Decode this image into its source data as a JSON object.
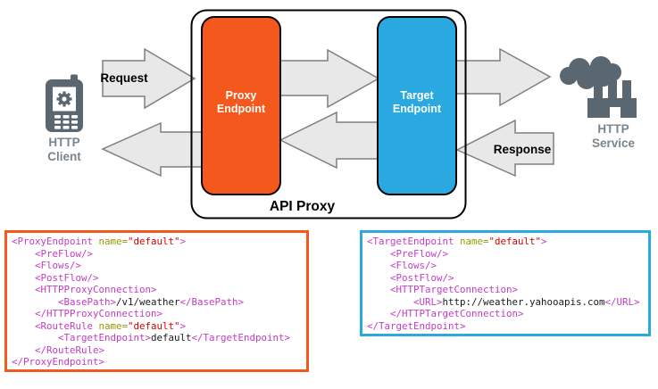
{
  "diagram": {
    "request_label": "Request",
    "response_label": "Response",
    "api_proxy_label": "API Proxy",
    "proxy_endpoint_line1": "Proxy",
    "proxy_endpoint_line2": "Endpoint",
    "target_endpoint_line1": "Target",
    "target_endpoint_line2": "Endpoint",
    "http_client_line1": "HTTP",
    "http_client_line2": "Client",
    "http_service_line1": "HTTP",
    "http_service_line2": "Service",
    "icons": {
      "client": "mobile-phone-icon",
      "client_screen": "gear-icon",
      "service": "factory-with-smoke-icon"
    },
    "colors": {
      "proxy_endpoint_orange": "#F4581C",
      "target_endpoint_blue": "#29A9E0",
      "arrow_fill": "#E8E8E8",
      "arrow_stroke": "#7F7F7F",
      "icon_gray": "#5B6770",
      "icon_label_gray": "#7A858D",
      "code_tag_magenta": "#C33CC3",
      "code_attr_olive": "#999900",
      "code_string_red": "#D40000"
    }
  },
  "code_blocks": [
    {
      "name": "proxy-endpoint-xml",
      "border_color": "#F4581C",
      "lines": [
        [
          {
            "t": "tag",
            "v": "<ProxyEndpoint"
          },
          {
            "t": "attr",
            "v": " name="
          },
          {
            "t": "str",
            "v": "\"default\""
          },
          {
            "t": "tag",
            "v": ">"
          }
        ],
        [
          {
            "t": "tag",
            "v": "    <PreFlow/>"
          }
        ],
        [
          {
            "t": "tag",
            "v": "    <Flows/>"
          }
        ],
        [
          {
            "t": "tag",
            "v": "    <PostFlow/>"
          }
        ],
        [
          {
            "t": "tag",
            "v": "    <HTTPProxyConnection>"
          }
        ],
        [
          {
            "t": "tag",
            "v": "        <BasePath>"
          },
          {
            "t": "text",
            "v": "/v1/weather"
          },
          {
            "t": "tag",
            "v": "</BasePath>"
          }
        ],
        [
          {
            "t": "tag",
            "v": "    </HTTPProxyConnection>"
          }
        ],
        [
          {
            "t": "tag",
            "v": "    <RouteRule"
          },
          {
            "t": "attr",
            "v": " name="
          },
          {
            "t": "str",
            "v": "\"default\""
          },
          {
            "t": "tag",
            "v": ">"
          }
        ],
        [
          {
            "t": "tag",
            "v": "        <TargetEndpoint>"
          },
          {
            "t": "text",
            "v": "default"
          },
          {
            "t": "tag",
            "v": "</TargetEndpoint>"
          }
        ],
        [
          {
            "t": "tag",
            "v": "    </RouteRule>"
          }
        ],
        [
          {
            "t": "tag",
            "v": "</ProxyEndpoint>"
          }
        ]
      ]
    },
    {
      "name": "target-endpoint-xml",
      "border_color": "#29A9E0",
      "lines": [
        [
          {
            "t": "tag",
            "v": "<TargetEndpoint"
          },
          {
            "t": "attr",
            "v": " name="
          },
          {
            "t": "str",
            "v": "\"default\""
          },
          {
            "t": "tag",
            "v": ">"
          }
        ],
        [
          {
            "t": "tag",
            "v": "    <PreFlow/>"
          }
        ],
        [
          {
            "t": "tag",
            "v": "    <Flows/>"
          }
        ],
        [
          {
            "t": "tag",
            "v": "    <PostFlow/>"
          }
        ],
        [
          {
            "t": "tag",
            "v": "    <HTTPTargetConnection>"
          }
        ],
        [
          {
            "t": "tag",
            "v": "        <URL>"
          },
          {
            "t": "text",
            "v": "http://weather.yahooapis.com"
          },
          {
            "t": "tag",
            "v": "</URL>"
          }
        ],
        [
          {
            "t": "tag",
            "v": "    </HTTPTargetConnection>"
          }
        ],
        [
          {
            "t": "tag",
            "v": "</TargetEndpoint>"
          }
        ]
      ]
    }
  ]
}
